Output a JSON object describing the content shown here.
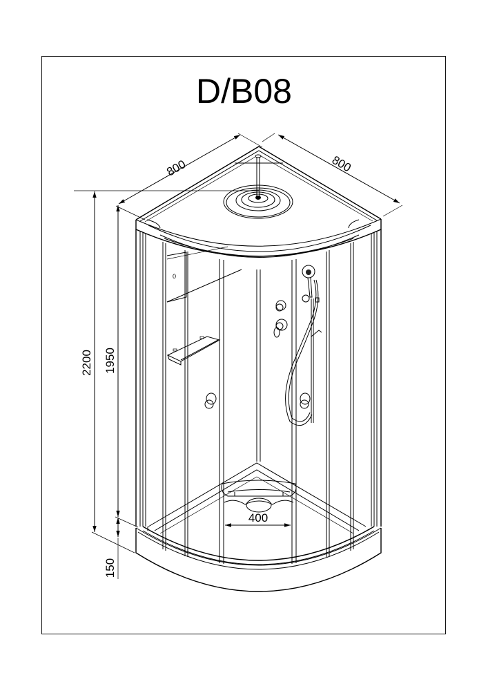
{
  "drawing": {
    "title": "D/B08",
    "subject": "quarter-round shower cabin, isometric view",
    "colors": {
      "line": "#000000",
      "background": "#ffffff"
    }
  },
  "dimensions": {
    "width_left": "800",
    "width_right": "800",
    "total_height": "2200",
    "cabin_height": "1950",
    "tray_height": "150",
    "door_opening": "400"
  }
}
